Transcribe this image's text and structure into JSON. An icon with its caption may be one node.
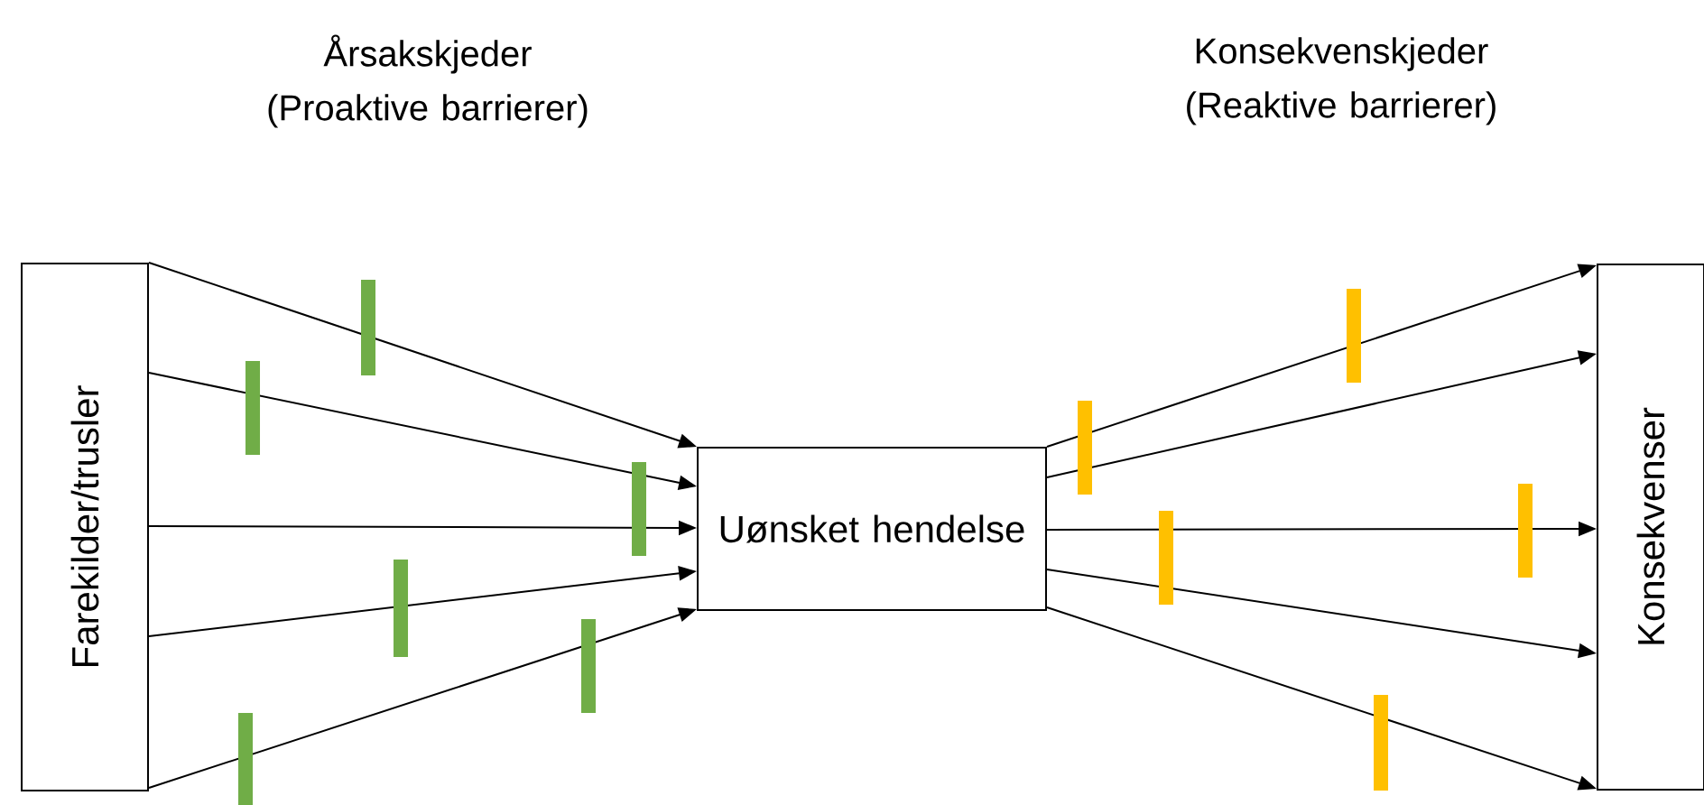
{
  "diagram": {
    "nodes": [
      {
        "text": [
          "Farekilder/trusler"
        ]
      },
      {
        "text": [
          "Uønsket hendelse"
        ]
      },
      {
        "text": [
          "Konsekvenser"
        ]
      }
    ],
    "edges": [
      {
        "from": 0,
        "to": 1,
        "arrow": "to"
      },
      {
        "from": 0,
        "to": 1,
        "arrow": "to"
      },
      {
        "from": 0,
        "to": 1,
        "arrow": "to"
      },
      {
        "from": 0,
        "to": 1,
        "arrow": "to"
      },
      {
        "from": 0,
        "to": 1,
        "arrow": "to"
      },
      {
        "from": 1,
        "to": 2,
        "arrow": "to"
      },
      {
        "from": 1,
        "to": 2,
        "arrow": "to"
      },
      {
        "from": 1,
        "to": 2,
        "arrow": "to"
      },
      {
        "from": 1,
        "to": 2,
        "arrow": "to"
      },
      {
        "from": 1,
        "to": 2,
        "arrow": "to"
      }
    ],
    "labels": [
      "Årsakskjeder (Proaktive barrierer)",
      "Konsekvenskjeder (Reaktive barrierer)"
    ]
  }
}
